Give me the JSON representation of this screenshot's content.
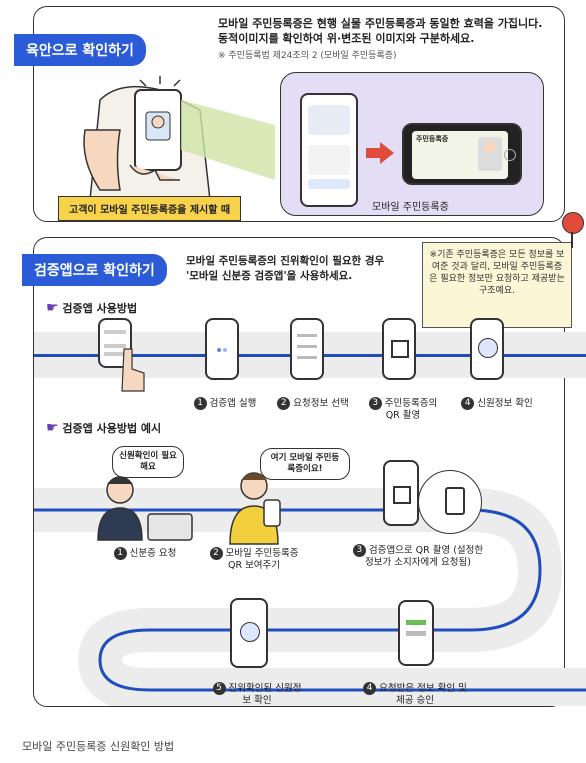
{
  "section1": {
    "badge": "육안으로 확인하기",
    "line1": "모바일 주민등록증은 현행 실물 주민등록증과 동일한 효력을 가집니다.",
    "line2": "동적이미지를 확인하여 위·변조된 이미지와 구분하세요.",
    "law": "※ 주민등록법 제24조의 2 (모바일 주민등록증)",
    "yellow_label": "고객이 모바일 주민등록증을 제시할 때",
    "panel_label": "모바일 주민등록증",
    "card_title": "주민등록증"
  },
  "section2": {
    "badge": "검증앱으로 확인하기",
    "line1": "모바일 주민등록증의 진위확인이 필요한 경우",
    "line2": "'모바일 신분증 검증앱'을 사용하세요.",
    "note": "※기존 주민등록증은 모든 정보를 보여준 것과 달리, 모바일 주민등록증은 필요한 정보만 요청하고 제공받는 구조예요.",
    "usage_title": "검증앱 사용방법",
    "steps": [
      {
        "num": "1",
        "label": "검증앱 실행"
      },
      {
        "num": "2",
        "label": "요청정보 선택"
      },
      {
        "num": "3",
        "label": "주민등록증의 QR 촬영"
      },
      {
        "num": "4",
        "label": "신원정보 확인"
      }
    ],
    "example_title": "검증앱 사용방법 예시",
    "bubble1": "신원확인이 필요해요",
    "bubble2": "여기 모바일 주민등록증이요!",
    "examples": [
      {
        "num": "1",
        "label": "신분증 요청"
      },
      {
        "num": "2",
        "label": "모바일 주민등록증 QR 보여주기"
      },
      {
        "num": "3",
        "label": "검증앱으로 QR 촬영 (설정한 정보가 소지자에게 요청됨)"
      },
      {
        "num": "4",
        "label": "요청받은 정보 확인 및 제공 승인"
      },
      {
        "num": "5",
        "label": "진위확인된 신원정보 확인"
      }
    ]
  },
  "caption": "모바일 주민등록증 신원확인 방법",
  "colors": {
    "accent": "#2b5bd7",
    "panel": "#e3def5",
    "yellow": "#f7d24a",
    "note": "#fbf6d5",
    "path": "#1f4fbf"
  }
}
